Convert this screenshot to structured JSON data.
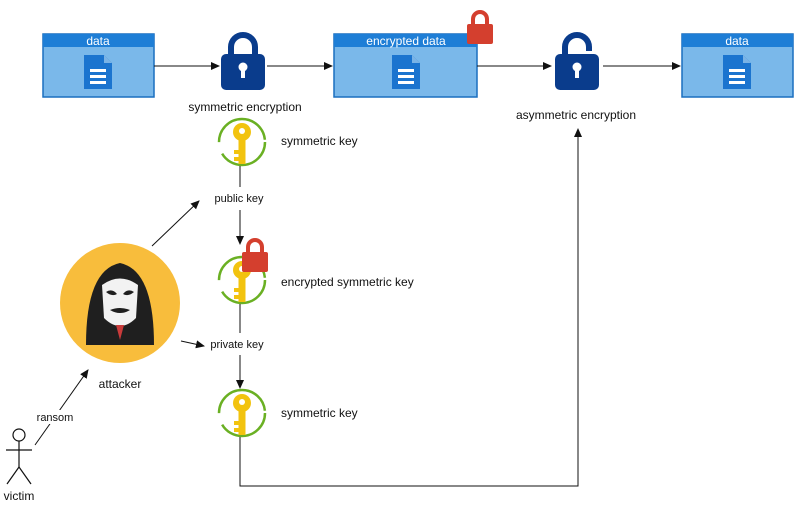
{
  "boxes": {
    "data_left": "data",
    "encrypted_data": "encrypted data",
    "data_right": "data"
  },
  "labels": {
    "symmetric_encryption": "symmetric encryption",
    "asymmetric_encryption": "asymmetric encryption",
    "symmetric_key_top": "symmetric key",
    "public_key": "public key",
    "encrypted_symmetric_key": "encrypted symmetric key",
    "private_key": "private key",
    "symmetric_key_bottom": "symmetric key",
    "attacker": "attacker",
    "ransom": "ransom",
    "victim": "victim"
  },
  "colors": {
    "box_fill": "#7ab8ea",
    "box_header": "#1e7ed6",
    "box_border": "#1a6fbf",
    "lock_blue": "#0a3c8c",
    "lock_red": "#d43f2e",
    "key_gold": "#f2c30f",
    "key_ring": "#6ab023",
    "attacker_bg": "#f8bd3c"
  }
}
